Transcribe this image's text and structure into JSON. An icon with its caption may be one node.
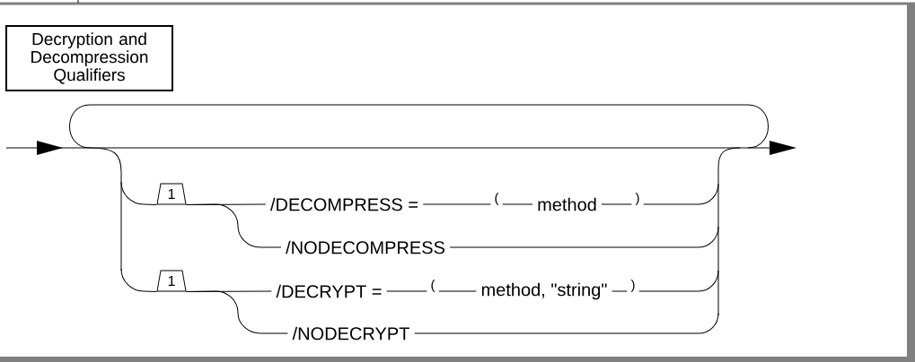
{
  "diagram": {
    "nodes": [
      {
        "text": [
          "Decryption and Decompression Qualifiers"
        ]
      },
      {
        "text": [
          "1"
        ]
      },
      {
        "text": [
          "/DECOMPRESS ="
        ]
      },
      {
        "text": [
          "("
        ]
      },
      {
        "text": [
          "method"
        ]
      },
      {
        "text": [
          ")"
        ]
      },
      {
        "text": [
          "/NODECOMPRESS"
        ]
      },
      {
        "text": [
          "1"
        ]
      },
      {
        "text": [
          "/DECRYPT ="
        ]
      },
      {
        "text": [
          "("
        ]
      },
      {
        "text": [
          "method, \"string\""
        ]
      },
      {
        "text": [
          ")"
        ]
      },
      {
        "text": [
          "/NODECRYPT"
        ]
      }
    ],
    "edges": [
      {
        "from": null,
        "to": 1,
        "arrow": "none"
      },
      {
        "from": 1,
        "to": 2,
        "arrow": "none"
      },
      {
        "from": 1,
        "to": 6,
        "arrow": "none"
      },
      {
        "from": 2,
        "to": 3,
        "arrow": "none"
      },
      {
        "from": 3,
        "to": 4,
        "arrow": "none"
      },
      {
        "from": 4,
        "to": 5,
        "arrow": "none"
      },
      {
        "from": 5,
        "to": null,
        "arrow": "none"
      },
      {
        "from": 6,
        "to": null,
        "arrow": "none"
      },
      {
        "from": null,
        "to": 7,
        "arrow": "none"
      },
      {
        "from": 7,
        "to": 8,
        "arrow": "none"
      },
      {
        "from": 7,
        "to": 12,
        "arrow": "none"
      },
      {
        "from": 8,
        "to": 9,
        "arrow": "none"
      },
      {
        "from": 9,
        "to": 10,
        "arrow": "none"
      },
      {
        "from": 10,
        "to": 11,
        "arrow": "none"
      },
      {
        "from": 11,
        "to": null,
        "arrow": "none"
      },
      {
        "from": 12,
        "to": null,
        "arrow": "none"
      }
    ]
  }
}
